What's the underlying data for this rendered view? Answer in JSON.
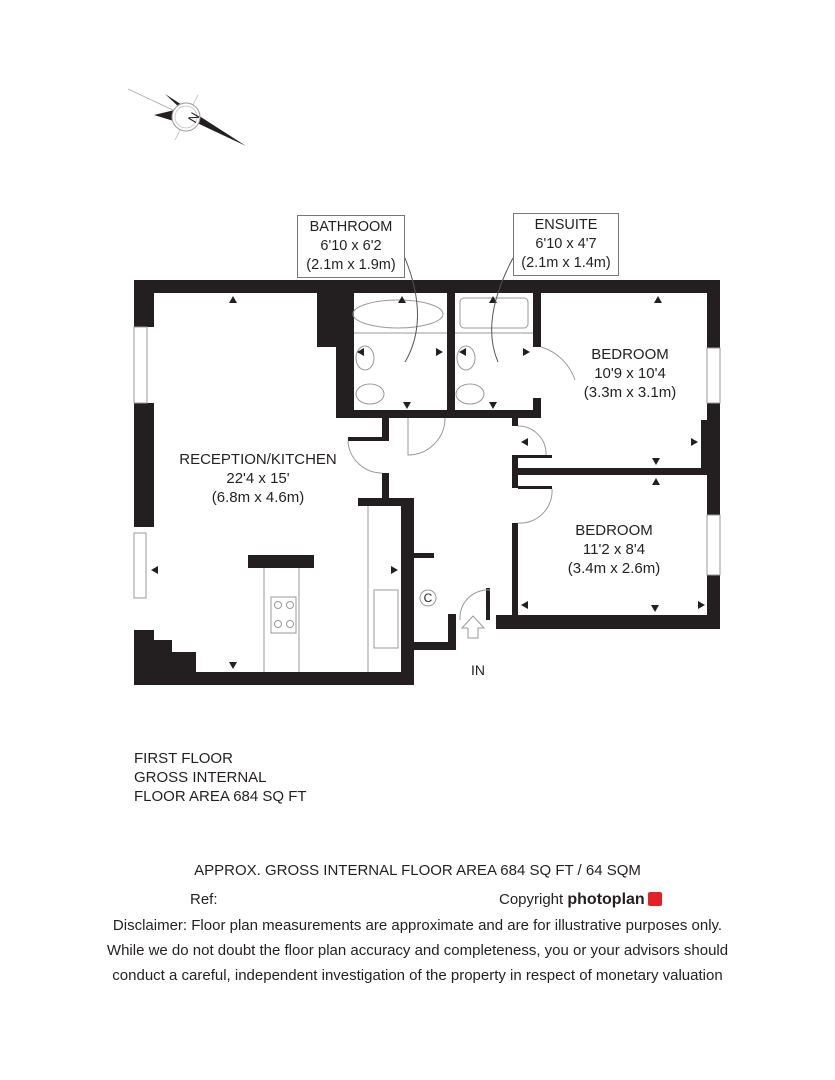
{
  "compass": {
    "label": "N",
    "icon": "north-arrow-icon"
  },
  "rooms": {
    "bathroom": {
      "name": "BATHROOM",
      "imperial": "6'10 x 6'2",
      "metric": "(2.1m x 1.9m)"
    },
    "ensuite": {
      "name": "ENSUITE",
      "imperial": "6'10 x 4'7",
      "metric": "(2.1m x 1.4m)"
    },
    "bedroom1": {
      "name": "BEDROOM",
      "imperial": "10'9 x 10'4",
      "metric": "(3.3m x 3.1m)"
    },
    "bedroom2": {
      "name": "BEDROOM",
      "imperial": "11'2 x 8'4",
      "metric": "(3.4m x 2.6m)"
    },
    "reception": {
      "name": "RECEPTION/KITCHEN",
      "imperial": "22'4 x 15'",
      "metric": "(6.8m x 4.6m)"
    },
    "cupboard": "C",
    "entrance": "IN"
  },
  "floor_info": [
    "FIRST FLOOR",
    "GROSS INTERNAL",
    "FLOOR AREA 684 SQ FT"
  ],
  "footer": {
    "area": "APPROX. GROSS INTERNAL FLOOR AREA 684 SQ FT / 64 SQM",
    "ref": "Ref:",
    "copyright": "Copyright",
    "brand": "photoplan",
    "disclaimer": [
      "Disclaimer: Floor plan measurements are approximate and are for illustrative purposes only.",
      "While we do not doubt the floor plan accuracy and completeness, you or your advisors should",
      "conduct a careful, independent investigation of the property in respect of monetary valuation"
    ]
  },
  "colors": {
    "wall": "#231f20",
    "brand_logo": "#e32228"
  }
}
